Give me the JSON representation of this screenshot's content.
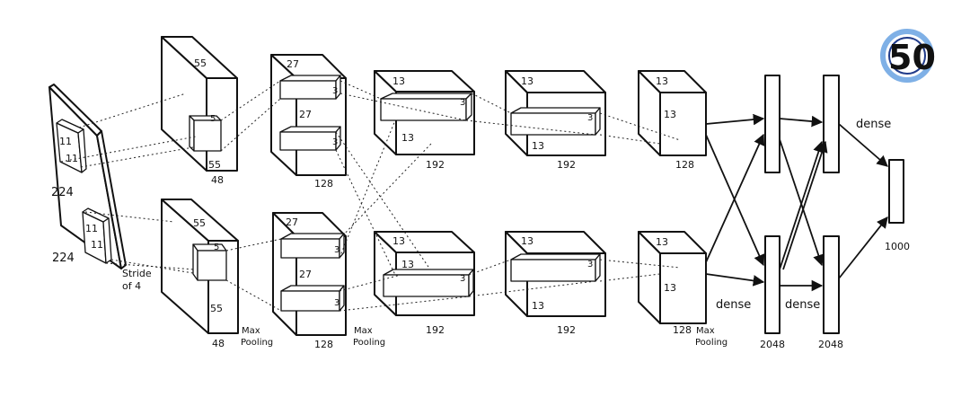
{
  "input": {
    "width_label": "224",
    "height_label": "224",
    "kernel_top": [
      "11",
      "11"
    ],
    "kernel_bottom": [
      "11",
      "11"
    ],
    "stride_line1": "Stride",
    "stride_line2": "of 4"
  },
  "conv1": {
    "spatial": "55",
    "depth": "48",
    "kernel": "5",
    "spatial_bottom": "55"
  },
  "conv2": {
    "spatial": "27",
    "depth": "128",
    "kernel": "3",
    "pool_line1": "Max",
    "pool_line2": "Pooling"
  },
  "conv3": {
    "spatial": "13",
    "depth": "192",
    "kernel": "3",
    "pool_line1": "Max",
    "pool_line2": "Pooling"
  },
  "conv4": {
    "spatial": "13",
    "depth": "192",
    "kernel": "3"
  },
  "conv5": {
    "spatial": "13",
    "depth": "128",
    "pool_line1": "Max",
    "pool_line2": "Pooling"
  },
  "fc": {
    "dense_label": "dense",
    "fc6_size": "2048",
    "fc7_size": "2048",
    "output_size": "1000"
  },
  "logo": {
    "text": "50",
    "color_dark": "#1f3a8a",
    "color_light": "#7fb0e6"
  }
}
